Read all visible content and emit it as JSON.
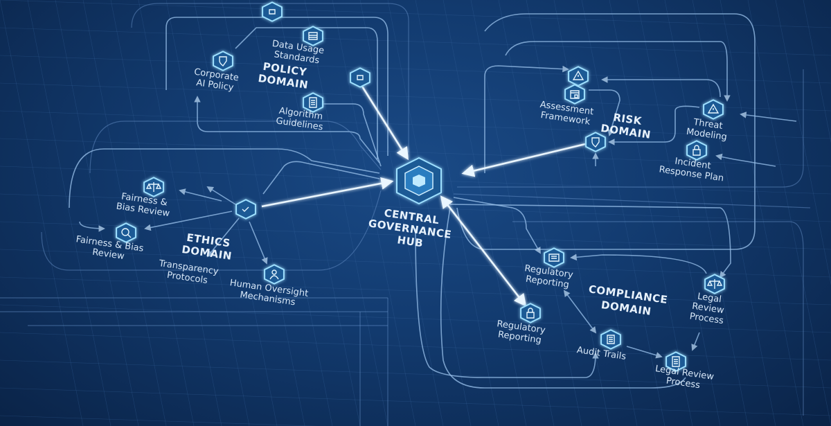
{
  "hub": {
    "label": [
      "CENTRAL",
      "GOVERNANCE",
      "HUB"
    ],
    "icon": "hexagon-hub-icon"
  },
  "policy": {
    "title": [
      "POLICY",
      "DOMAIN"
    ],
    "nodes": [
      {
        "label": [
          "Corporate",
          "AI Policy"
        ],
        "icon": "shield-icon"
      },
      {
        "label": [
          "Data Usage",
          "Standards"
        ],
        "icon": "database-icon"
      },
      {
        "label": [
          "Algorithm",
          "Guidelines"
        ],
        "icon": "document-icon"
      }
    ]
  },
  "risk": {
    "title": [
      "RISK",
      "DOMAIN"
    ],
    "nodes": [
      {
        "label": [
          "Assessment",
          "Framework"
        ],
        "icon": "calendar-lock-icon"
      },
      {
        "label": [
          "Threat",
          "Modeling"
        ],
        "icon": "warning-icon"
      },
      {
        "label": [
          "Incident",
          "Response Plan"
        ],
        "icon": "lock-icon"
      }
    ]
  },
  "ethics": {
    "title": [
      "ETHICS",
      "DOMAIN"
    ],
    "nodes": [
      {
        "label": [
          "Fairness &",
          "Bias Review"
        ],
        "icon": "scales-icon"
      },
      {
        "label": [
          "Fairness & Bias",
          "Review"
        ],
        "icon": "search-icon"
      },
      {
        "label": [
          "Transparency",
          "Protocols"
        ],
        "icon": "arrow-icon"
      },
      {
        "label": [
          "Human Oversight",
          "Mechanisms"
        ],
        "icon": "person-icon"
      }
    ]
  },
  "compliance": {
    "title": [
      "COMPLIANCE",
      "DOMAIN"
    ],
    "nodes": [
      {
        "label": [
          "Regulatory",
          "Reporting"
        ],
        "icon": "report-icon"
      },
      {
        "label": [
          "Legal",
          "Review",
          "Process"
        ],
        "icon": "scales-icon"
      },
      {
        "label": [
          "Regulatory",
          "Reporting"
        ],
        "icon": "lock-icon"
      },
      {
        "label": [
          "Audit Trails"
        ],
        "icon": "list-icon"
      },
      {
        "label": [
          "Legal Review",
          "Process"
        ],
        "icon": "document-icon"
      }
    ]
  },
  "colors": {
    "background": "#123a6e",
    "accent": "#9fe0ff",
    "line": "#eaf6ff"
  }
}
